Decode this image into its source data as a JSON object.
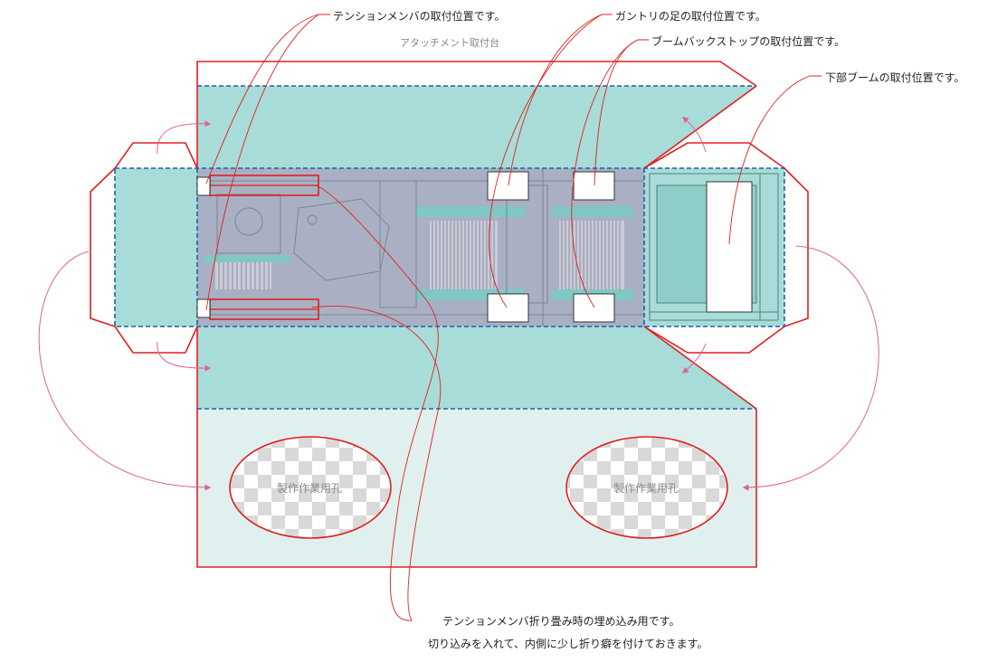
{
  "labels": {
    "tension_member": "テンションメンバの取付位置です。",
    "gantry_leg": "ガントリの足の取付位置です。",
    "boom_backstop": "ブームバックストップの取付位置です。",
    "lower_boom": "下部ブームの取付位置です。",
    "attachment_base": "アタッチメント取付台",
    "fold_note_line1": "テンションメンバ折り畳み時の埋め込み用です。",
    "fold_note_line2": "切り込みを入れて、内側に少し折り癖を付けておきます。"
  },
  "holes": [
    {
      "label": "製作作業用孔"
    },
    {
      "label": "製作作業用孔"
    }
  ],
  "colors": {
    "cut_line": "#e02020",
    "fold_line": "#1f5fa8",
    "panel_teal": "#a8dcd8",
    "panel_light": "#dff0ef",
    "machinery": "#a9b0c3",
    "leader": "#e02020",
    "arrow": "#e0609a",
    "checker_gray": "#d9d9d9"
  }
}
